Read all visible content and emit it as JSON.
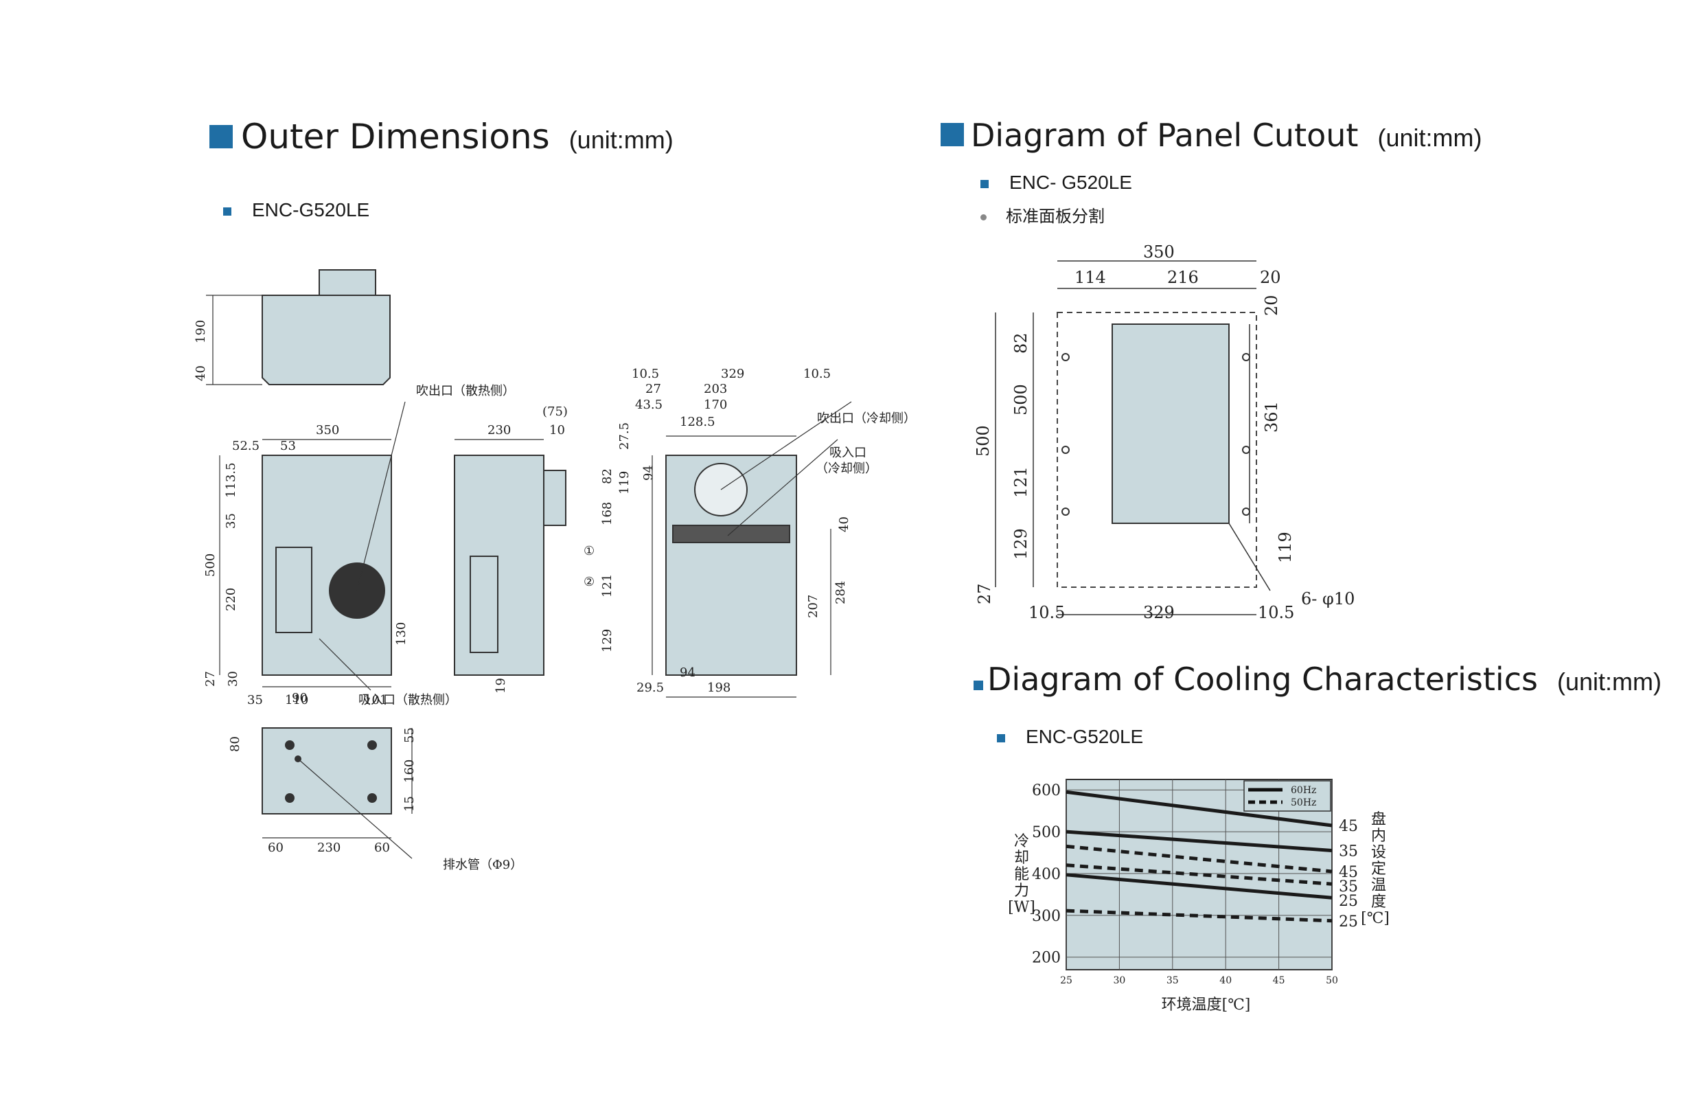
{
  "outer": {
    "title": "Outer Dimensions",
    "unit": "(unit:mm)",
    "model": "ENC-G520LE",
    "top_dims": [
      "190",
      "40"
    ],
    "front_dims": [
      "350",
      "52.5",
      "53",
      "113.5",
      "35",
      "500",
      "220",
      "27",
      "30",
      "35",
      "110",
      "101",
      "130"
    ],
    "side_dims": [
      "230",
      "(75)",
      "10",
      "19"
    ],
    "rear_dims": [
      "10.5",
      "329",
      "10.5",
      "27",
      "203",
      "43.5",
      "170",
      "128.5",
      "27.5",
      "82",
      "119",
      "94",
      "168",
      "121",
      "129",
      "40",
      "207",
      "284",
      "29.5",
      "94",
      "198"
    ],
    "bottom_dims": [
      "90",
      "80",
      "55",
      "160",
      "15",
      "60",
      "230",
      "60"
    ],
    "labels": {
      "exhaust_hot": "吹出口（散热侧）",
      "intake_hot": "吸入口（散热侧）",
      "exhaust_cold": "吹出口（冷却侧）",
      "intake_cold_1": "吸入口",
      "intake_cold_2": "（冷却侧）",
      "drain": "排水管（Φ9）",
      "marker_1": "①",
      "marker_2": "②"
    }
  },
  "cutout": {
    "title": "Diagram of Panel Cutout",
    "unit": "(unit:mm)",
    "model": "ENC- G520LE",
    "note": "标准面板分割",
    "dims": {
      "total_w": "350",
      "left": "114",
      "mid": "216",
      "right": "20",
      "top_r": "20",
      "d82": "82",
      "d500a": "500",
      "d500b": "500",
      "d121": "121",
      "d129": "129",
      "d27": "27",
      "d361": "361",
      "d119": "119",
      "b_left": "10.5",
      "b_mid": "329",
      "b_right": "10.5",
      "holes": "6- φ10"
    }
  },
  "cooling": {
    "title": "Diagram of Cooling Characteristics",
    "unit": "(unit:mm)",
    "model": "ENC-G520LE"
  },
  "chart_data": {
    "type": "line",
    "title": "",
    "xlabel": "环境温度[℃]",
    "ylabel": "冷却能力[W]",
    "right_label": "盘内设定温度[℃]",
    "x_ticks": [
      25,
      30,
      35,
      40,
      45,
      50
    ],
    "y_ticks": [
      200,
      300,
      400,
      500,
      600
    ],
    "xlim": [
      25,
      50
    ],
    "ylim": [
      170,
      625
    ],
    "grid": true,
    "legend_position": "top-right",
    "legend": [
      {
        "label": "60Hz",
        "style": "solid"
      },
      {
        "label": "50Hz",
        "style": "dashed"
      }
    ],
    "series": [
      {
        "name": "45",
        "style": "solid",
        "x": [
          25,
          50
        ],
        "y": [
          595,
          515
        ]
      },
      {
        "name": "35",
        "style": "solid",
        "x": [
          25,
          50
        ],
        "y": [
          500,
          455
        ]
      },
      {
        "name": "45",
        "style": "dashed",
        "x": [
          25,
          50
        ],
        "y": [
          465,
          405
        ]
      },
      {
        "name": "35",
        "style": "dashed",
        "x": [
          25,
          50
        ],
        "y": [
          420,
          375
        ]
      },
      {
        "name": "25",
        "style": "solid",
        "x": [
          25,
          50
        ],
        "y": [
          397,
          342
        ]
      },
      {
        "name": "25",
        "style": "dashed",
        "x": [
          25,
          50
        ],
        "y": [
          311,
          287
        ]
      }
    ],
    "colors": {
      "plot_bg": "#c9d9dd",
      "line": "#1a1a1a"
    }
  }
}
